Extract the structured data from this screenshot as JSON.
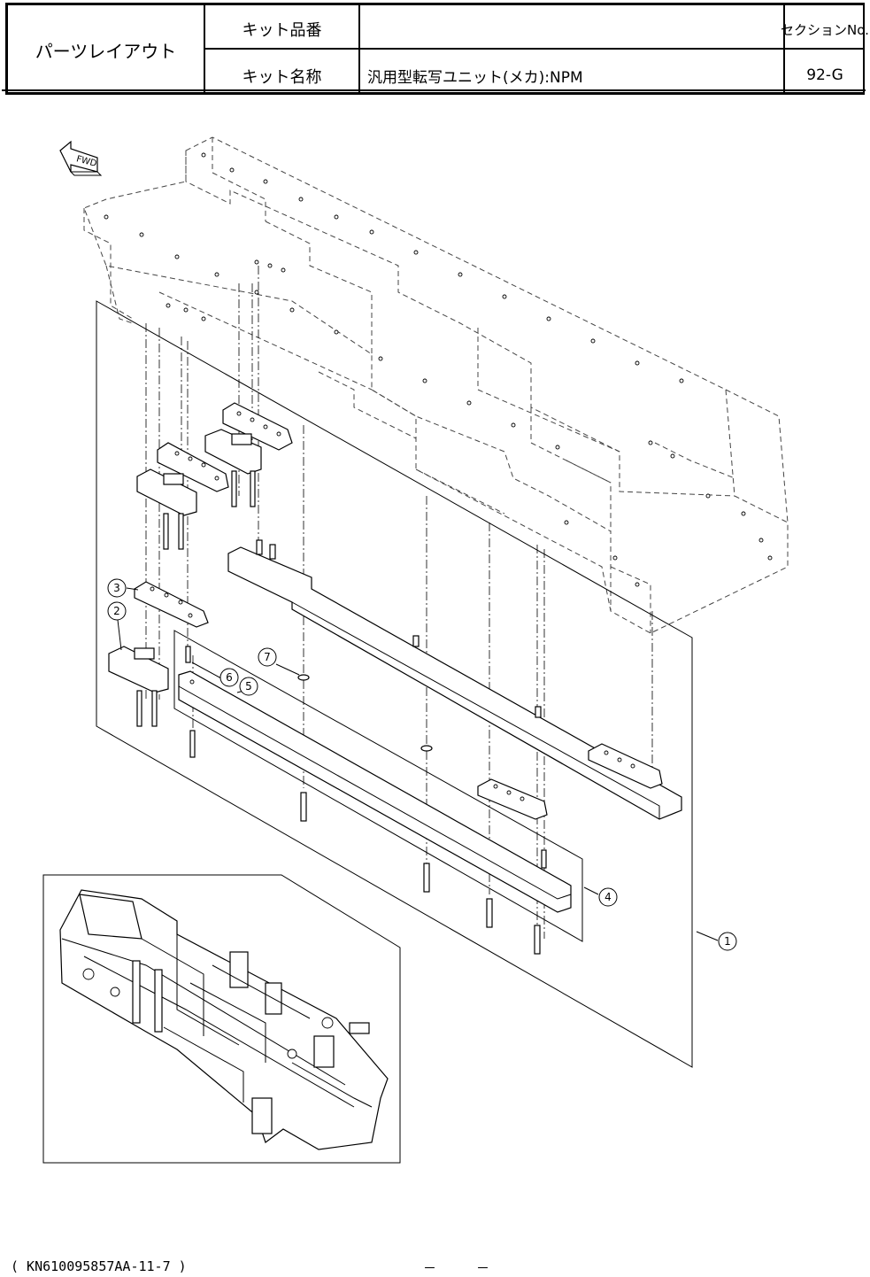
{
  "header": {
    "title": "パーツレイアウト",
    "kit_number_label": "キット品番",
    "kit_number_value": "",
    "kit_name_label": "キット名称",
    "kit_name_value": "汎用型転写ユニット(メカ):NPM",
    "section_label": "セクションNo.",
    "section_value": "92-G"
  },
  "drawing": {
    "direction_label": "FWD",
    "callouts": [
      "1",
      "2",
      "3",
      "4",
      "5",
      "6",
      "7"
    ]
  },
  "footer": {
    "code": "( KN610095857AA-11-7 )",
    "page": "－　　　－"
  }
}
